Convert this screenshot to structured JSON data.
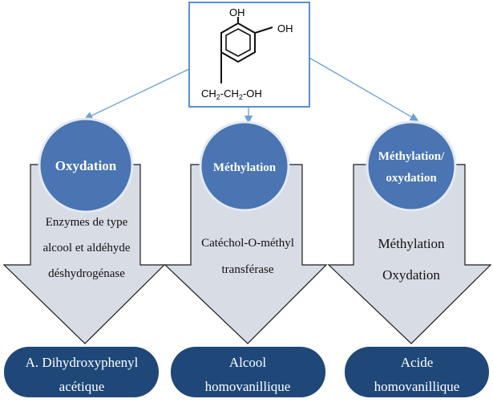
{
  "molecule": {
    "oh_top": "OH",
    "oh_right": "OH",
    "sidechain_ch2_a": "CH",
    "sidechain_sub_a": "2",
    "sidechain_dash_a": "-",
    "sidechain_ch2_b": "CH",
    "sidechain_sub_b": "2",
    "sidechain_oh": "-OH"
  },
  "colors": {
    "arrow_fill": "#d7dce5",
    "circle_fill": "#4a74b2",
    "circle_stroke": "#e3e9f3",
    "pill_fill": "#1f4879",
    "connector": "#6f9fd4",
    "structure_border": "#5b8fcf"
  },
  "pathways": [
    {
      "process": "Oxydation",
      "process_line2": "",
      "description": [
        "Enzymes de type",
        "alcool  et aldéhyde",
        "déshydrogénase"
      ],
      "product": [
        "A. Dihydroxyphenyl",
        "acétique"
      ]
    },
    {
      "process": "Méthylation",
      "process_line2": "",
      "description": [
        "Catéchol-O-méthyl",
        "transférase"
      ],
      "product": [
        "Alcool",
        "homovanillique"
      ]
    },
    {
      "process": "Méthylation/",
      "process_line2": "oxydation",
      "description": [
        "Méthylation",
        "Oxydation"
      ],
      "product": [
        "Acide",
        "homovanillique"
      ]
    }
  ]
}
